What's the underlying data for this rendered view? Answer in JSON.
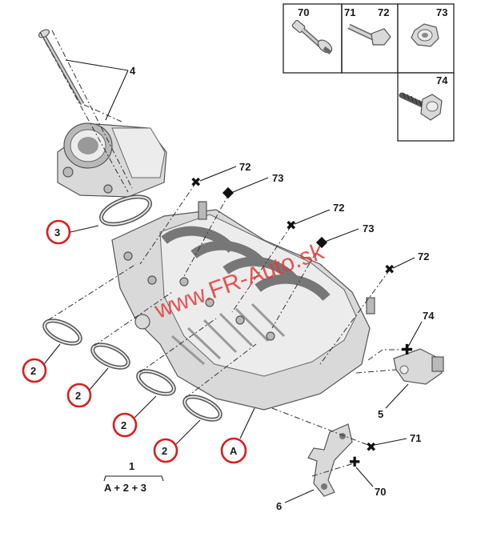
{
  "diagram": {
    "watermark": "www.FR-Auto.sk",
    "formula": {
      "top": "1",
      "bottom": "A + 2 + 3"
    },
    "inset_labels": [
      "70",
      "71",
      "72",
      "73",
      "74"
    ],
    "callouts": {
      "c4": "4",
      "c3": "3",
      "c2a": "2",
      "c2b": "2",
      "c2c": "2",
      "c2d": "2",
      "cA": "A",
      "c72a": "72",
      "c73a": "73",
      "c72b": "72",
      "c73b": "73",
      "c72c": "72",
      "c74": "74",
      "c5": "5",
      "c71": "71",
      "c70": "70",
      "c6": "6"
    },
    "colors": {
      "circle": "#d61f1f",
      "watermark": "#e03a3a",
      "ink": "#1a1a1a"
    }
  }
}
